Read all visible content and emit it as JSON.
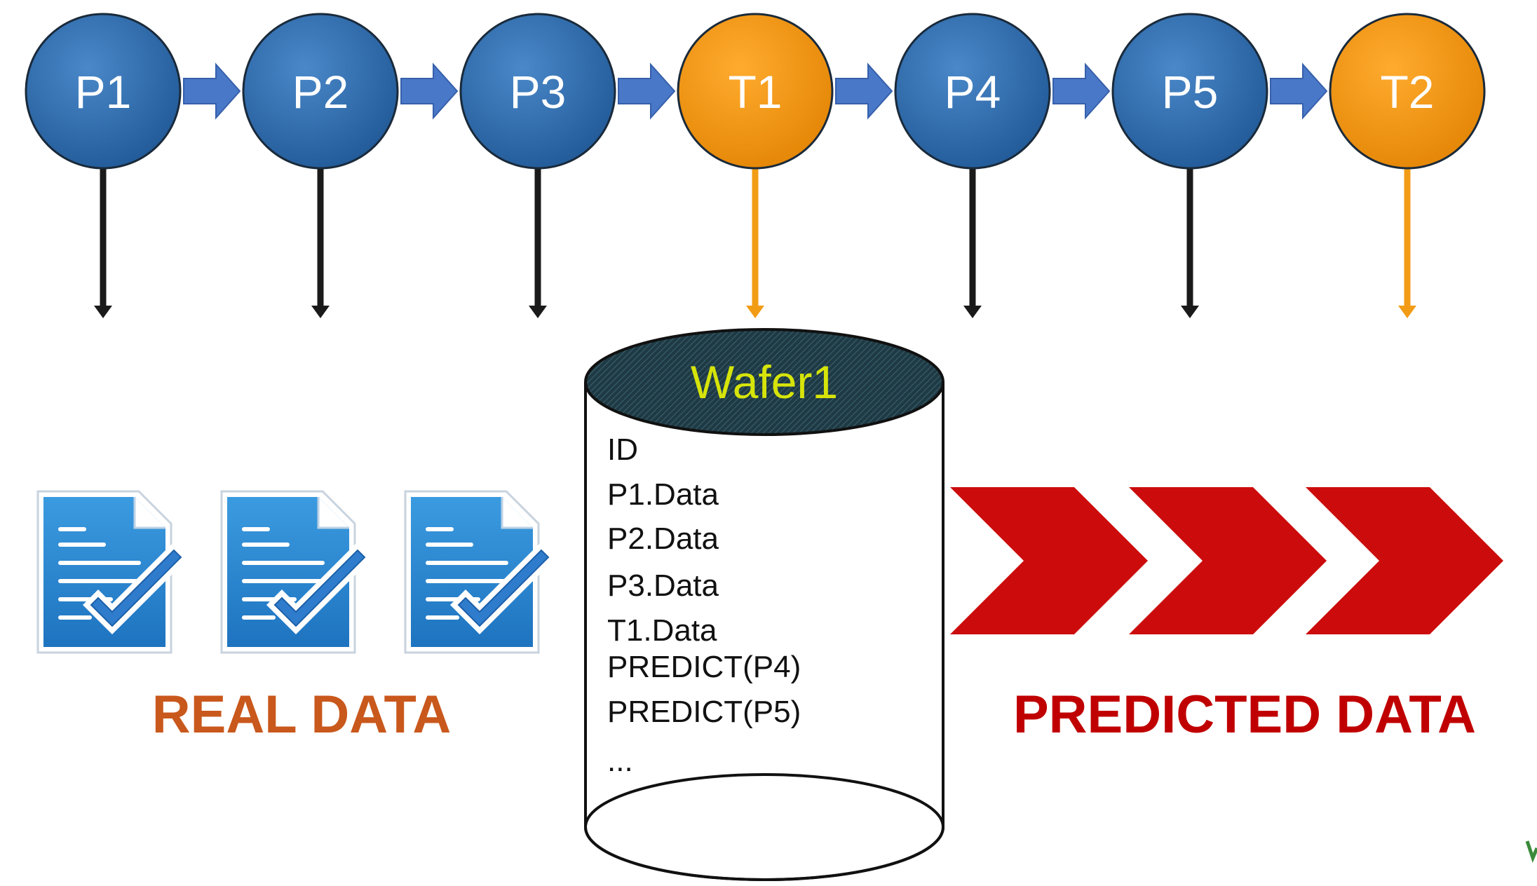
{
  "process_flow": {
    "steps": [
      {
        "label": "P1",
        "kind": "process"
      },
      {
        "label": "P2",
        "kind": "process"
      },
      {
        "label": "P3",
        "kind": "process"
      },
      {
        "label": "T1",
        "kind": "test"
      },
      {
        "label": "P4",
        "kind": "process"
      },
      {
        "label": "P5",
        "kind": "process"
      },
      {
        "label": "T2",
        "kind": "test"
      }
    ]
  },
  "database": {
    "title": "Wafer1",
    "fields": [
      "ID",
      "P1.Data",
      "P2.Data",
      "P3.Data",
      "T1.Data",
      "PREDICT(P4)",
      "PREDICT(P5)",
      "..."
    ]
  },
  "real_data": {
    "label": "REAL DATA",
    "documents": [
      {
        "icon": "checked-document-icon"
      },
      {
        "icon": "checked-document-icon"
      },
      {
        "icon": "checked-document-icon"
      }
    ]
  },
  "predicted_data": {
    "label": "PREDICTED DATA",
    "chevrons": 3
  },
  "colors": {
    "process": "#2f6fb3",
    "test": "#f29410",
    "flow_arrow": "#4a78c8",
    "real_data_text": "#c9581c",
    "predicted_text": "#c00000",
    "chevron": "#cc0c0c",
    "db_title": "#d6e40a",
    "db_top": "#1f3a44"
  }
}
